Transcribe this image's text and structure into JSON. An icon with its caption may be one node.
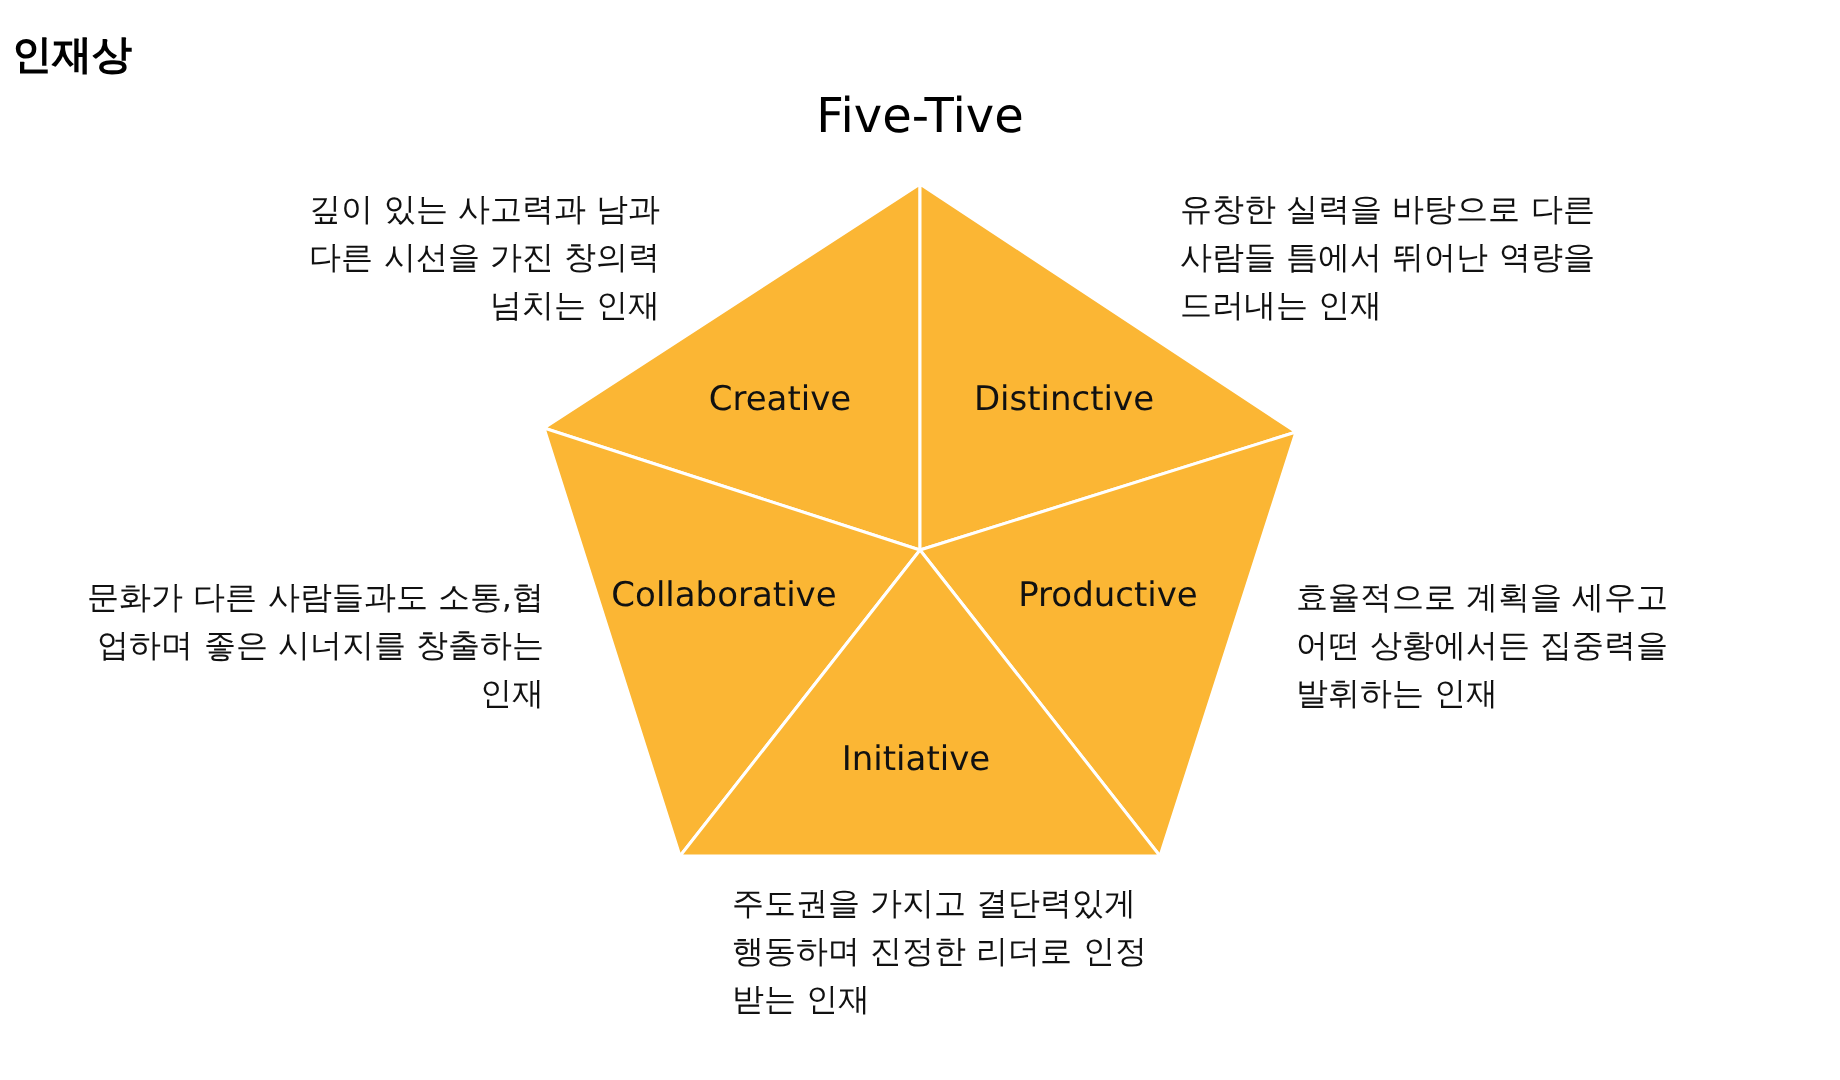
{
  "diagram": {
    "title": "인재상",
    "nodes": [
      {
        "text": [
          "Creative"
        ],
        "beside": [
          "깊이 있는 사고력과 남과 다른 시선을 가진 창의력 넘치는 인재"
        ]
      },
      {
        "text": [
          "Distinctive"
        ],
        "beside": [
          "유창한 실력을 바탕으로 다른 사람들 틈에서 뛰어난 역량을 드러내는 인재"
        ]
      },
      {
        "text": [
          "Collaborative"
        ],
        "beside": [
          "문화가 다른 사람들과도 소통,협업하며 좋은 시너지를 창출하는 인재"
        ]
      },
      {
        "text": [
          "Productive"
        ],
        "beside": [
          "효율적으로 계획을 세우고 어떤 상황에서든 집중력을 발휘하는 인재"
        ]
      },
      {
        "text": [
          "Initiative"
        ],
        "beside": [
          "주도권을 가지고 결단력있게 행동하며 진정한 리더로 인정받는 인재"
        ]
      }
    ],
    "labels": [
      "Five-Tive"
    ]
  }
}
